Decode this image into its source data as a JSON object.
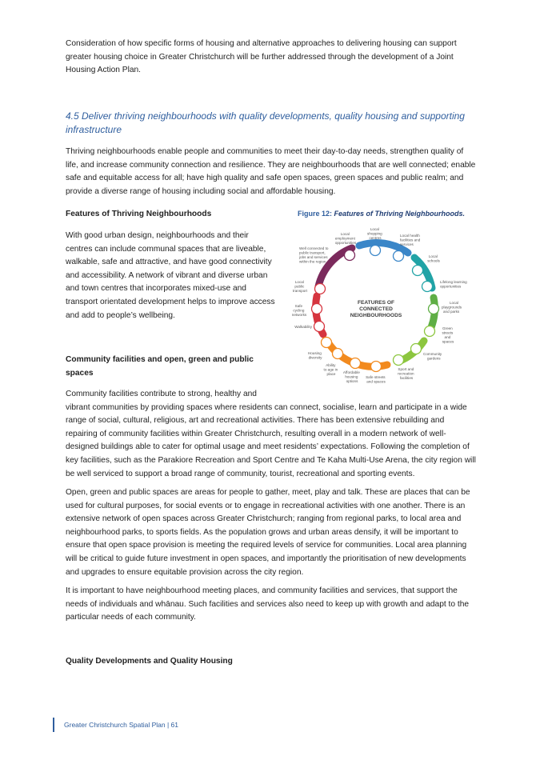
{
  "intro_paragraph": "Consideration of how specific forms of housing and alternative approaches to delivering housing can support greater housing choice in Greater Christchurch will be further addressed through the development of a Joint Housing Action Plan.",
  "section_heading": "4.5  Deliver thriving neighbourhoods with quality developments, quality housing and supporting infrastructure",
  "section_intro": "Thriving neighbourhoods enable people and communities to meet their day-to-day needs, strengthen quality of life, and increase community connection and resilience. They are neighbourhoods that are well connected; enable safe and equitable access for all; have high quality and safe open spaces, green spaces and public realm; and provide a diverse range of housing including social and affordable housing.",
  "features_heading": "Features of Thriving Neighbourhoods",
  "features_paragraph": "With good urban design, neighbourhoods and their centres can include communal spaces that are liveable, walkable, safe and attractive, and have good connectivity and accessibility. A network of vibrant and diverse urban and town centres that incorporates mixed-use and transport orientated development helps to improve access and add to people’s wellbeing.",
  "figure": {
    "caption_label": "Figure 12:",
    "caption_title": "Features of Thriving Neighbourhoods.",
    "center_line1": "FEATURES OF",
    "center_line2": "CONNECTED",
    "center_line3": "NEIGHBOURHOODS",
    "labels": {
      "employment": [
        "Local",
        "employment",
        "opportunities"
      ],
      "shopping": [
        "Local",
        "shopping",
        "centres"
      ],
      "health": [
        "Local health",
        "facilities and",
        "services"
      ],
      "schools": [
        "Local",
        "schools"
      ],
      "lifelong": [
        "Lifelong learning",
        "opportunities"
      ],
      "playgrounds": [
        "Local",
        "playgrounds",
        "and parks"
      ],
      "green": [
        "Green",
        "streets",
        "and",
        "spaces"
      ],
      "gardens": [
        "Community",
        "gardens"
      ],
      "sport": [
        "Sport and",
        "recreation",
        "facilities"
      ],
      "safe_streets": [
        "Safe streets",
        "and spaces"
      ],
      "affordable": [
        "Affordable",
        "housing",
        "options"
      ],
      "age": [
        "Ability",
        "to age in",
        "place"
      ],
      "diversity": [
        "Housing",
        "diversity"
      ],
      "walkability": [
        "Walkability"
      ],
      "cycling": [
        "Safe",
        "cycling",
        "networks"
      ],
      "transport": [
        "Local",
        "public",
        "transport"
      ],
      "connected": [
        "Well connected to",
        "public transport,",
        "jobs and services",
        "within the region"
      ]
    },
    "colors": {
      "purple": "#7b2a5c",
      "blue": "#3a86c8",
      "teal": "#21a3a6",
      "green": "#5fae45",
      "lightgreen": "#8cc63f",
      "orange": "#f28a1e",
      "red": "#d6353f"
    }
  },
  "community_heading": "Community facilities and open, green and public spaces",
  "community_paragraph_first_line": "Community facilities contribute to strong, healthy and",
  "community_paragraph_rest": "vibrant communities by providing spaces where residents can connect, socialise, learn and participate in a wide range of social, cultural, religious, art and recreational activities. There has been extensive rebuilding and repairing of community facilities within Greater Christchurch, resulting overall in a modern network of well-designed buildings able to cater for optimal usage and meet residents’ expectations. Following the completion of key facilities, such as the Parakiore Recreation and Sport Centre and Te Kaha Multi-Use Arena, the city region will be well serviced to support a broad range of community, tourist, recreational and sporting events.",
  "open_spaces_paragraph": "Open, green and public spaces are areas for people to gather, meet, play and talk. These are places that can be used for cultural purposes, for social events or to engage in recreational activities with one another. There is an extensive network of open spaces across Greater Christchurch; ranging from regional parks, to local area and neighbourhood parks, to sports fields. As the population grows and urban areas densify, it will be important to ensure that open space provision is meeting the required levels of service for communities. Local area planning will be critical to guide future investment in open spaces, and importantly the prioritisation of new developments and upgrades to ensure equitable provision across the city region.",
  "meeting_places_paragraph": "It is important to have neighbourhood meeting places, and community facilities and services, that support the needs of individuals and whānau. Such facilities and services also need to keep up with growth and adapt to the particular needs of each community.",
  "quality_heading": "Quality Developments and Quality Housing",
  "footer": "Greater Christchurch Spatial Plan | 61"
}
